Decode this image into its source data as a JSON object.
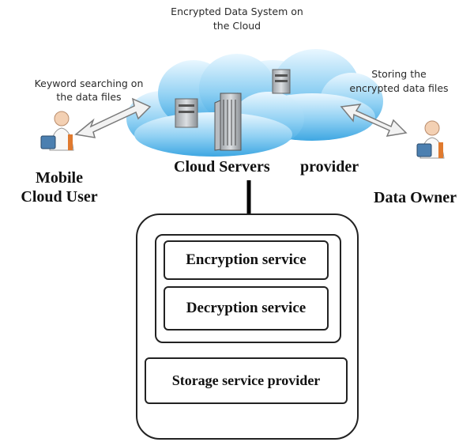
{
  "cloud": {
    "title_line1": "Encrypted Data System on",
    "title_line2": "the Cloud",
    "servers_label": "Cloud Servers",
    "provider_label": "provider"
  },
  "left": {
    "annotation_line1": "Keyword searching on",
    "annotation_line2": "the data files",
    "actor_line1": "Mobile",
    "actor_line2": "Cloud User"
  },
  "right": {
    "annotation_line1": "Storing the",
    "annotation_line2": "encrypted data files",
    "actor_label": "Data Owner"
  },
  "services": {
    "encryption": "Encryption service",
    "decryption": "Decryption service",
    "storage": "Storage service provider"
  }
}
